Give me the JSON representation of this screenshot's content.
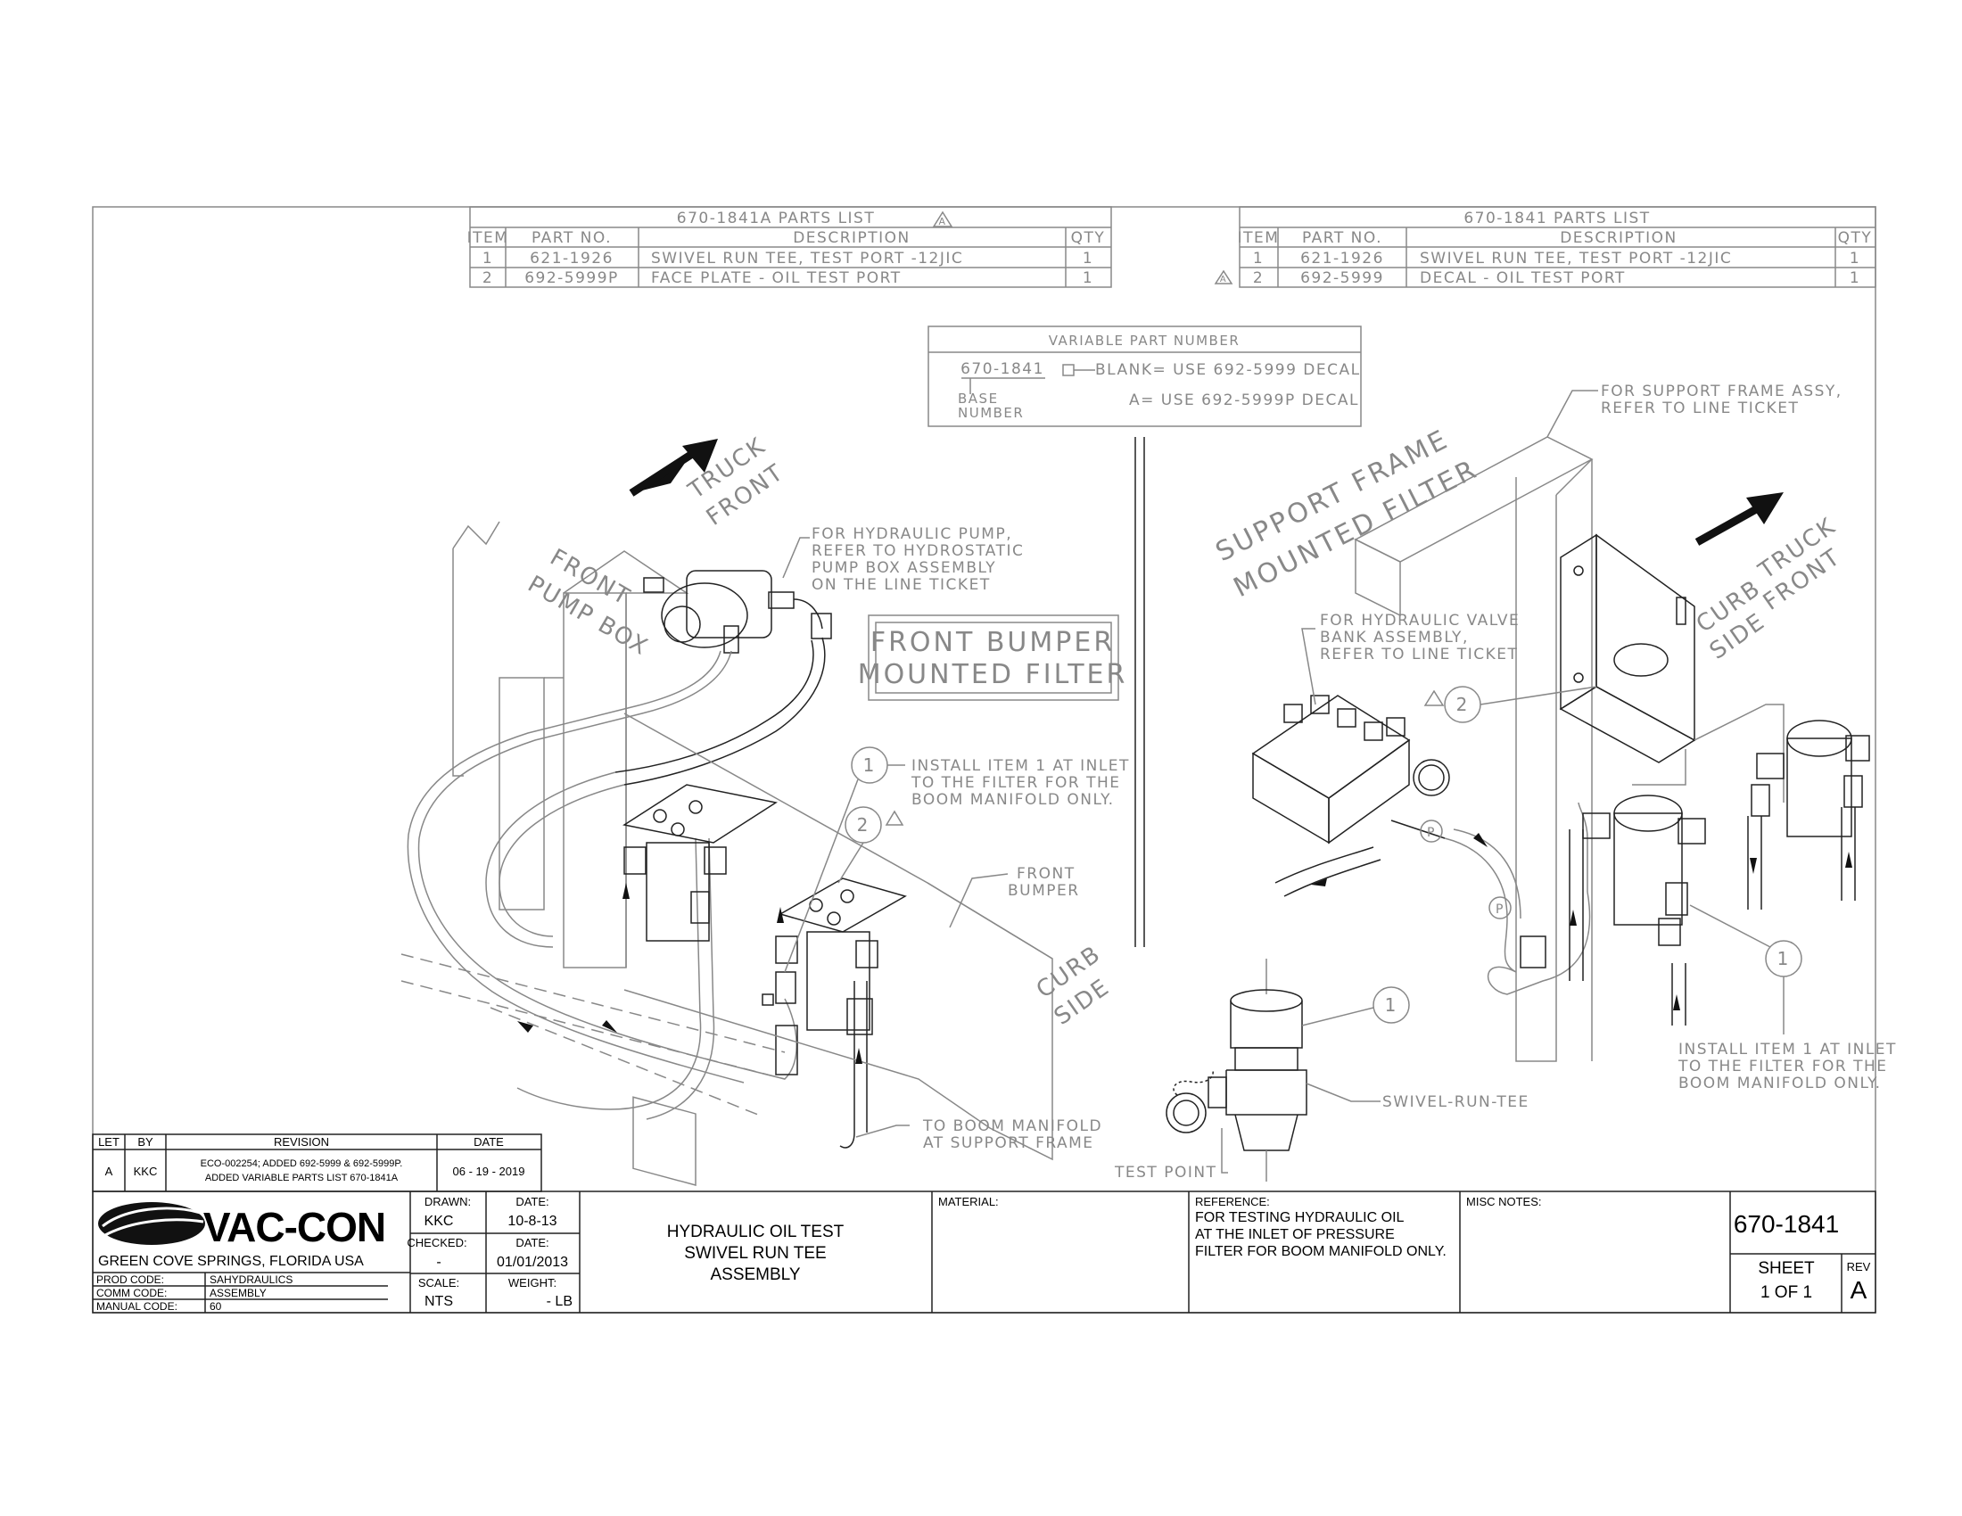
{
  "parts_list_a": {
    "title": "670-1841A PARTS LIST",
    "rev_mark": "A",
    "headers": {
      "item": "ITEM",
      "part_no": "PART NO.",
      "description": "DESCRIPTION",
      "qty": "QTY"
    },
    "rows": [
      {
        "item": "1",
        "part_no": "621-1926",
        "description": "SWIVEL RUN TEE, TEST PORT -12JIC",
        "qty": "1"
      },
      {
        "item": "2",
        "part_no": "692-5999P",
        "description": "FACE PLATE -  OIL TEST PORT",
        "qty": "1"
      }
    ]
  },
  "parts_list_b": {
    "title": "670-1841 PARTS LIST",
    "rev_mark": "A",
    "headers": {
      "item": "ITEM",
      "part_no": "PART NO.",
      "description": "DESCRIPTION",
      "qty": "QTY"
    },
    "rows": [
      {
        "item": "1",
        "part_no": "621-1926",
        "description": "SWIVEL RUN TEE, TEST PORT -12JIC",
        "qty": "1"
      },
      {
        "item": "2",
        "part_no": "692-5999",
        "description": "DECAL -  OIL TEST PORT",
        "qty": "1"
      }
    ]
  },
  "variable_part": {
    "title": "VARIABLE PART NUMBER",
    "base_part": "670-1841",
    "blank_text": "BLANK= USE 692-5999  DECAL",
    "a_text": "A= USE 692-5999P DECAL",
    "base_label_1": "BASE",
    "base_label_2": "NUMBER"
  },
  "left_view": {
    "truck_front_1": "TRUCK",
    "truck_front_2": "FRONT",
    "pump_box_1": "FRONT",
    "pump_box_2": "PUMP BOX",
    "pump_note": [
      "FOR HYDRAULIC PUMP,",
      "REFER TO HYDROSTATIC",
      "PUMP BOX ASSEMBLY",
      "ON THE LINE TICKET"
    ],
    "filter_label_1": "FRONT BUMPER",
    "filter_label_2": "MOUNTED FILTER",
    "install_note": [
      "INSTALL ITEM 1 AT INLET",
      "TO THE FILTER FOR THE",
      "BOOM MANIFOLD ONLY."
    ],
    "balloon_1": "1",
    "balloon_2": "2",
    "bumper_1": "FRONT",
    "bumper_2": "BUMPER",
    "curb_1": "CURB",
    "curb_2": "SIDE",
    "boom_note_1": "TO BOOM MANIFOLD",
    "boom_note_2": "AT SUPPORT FRAME"
  },
  "right_view": {
    "frame_note_1": "FOR SUPPORT FRAME ASSY,",
    "frame_note_2": "REFER TO LINE TICKET",
    "frame_label_1": "SUPPORT FRAME",
    "frame_label_2": "MOUNTED FILTER",
    "truck_front_1": "TRUCK",
    "truck_front_2": "FRONT",
    "curb_1": "CURB",
    "curb_2": "SIDE",
    "valve_note": [
      "FOR HYDRAULIC VALVE",
      "BANK ASSEMBLY,",
      "REFER TO LINE TICKET"
    ],
    "balloon_1": "1",
    "balloon_2": "2",
    "p_mark": "P",
    "install_note": [
      "INSTALL ITEM 1 AT INLET",
      "TO THE FILTER FOR THE",
      "BOOM MANIFOLD ONLY."
    ],
    "swivel_label": "SWIVEL-RUN-TEE",
    "test_point": "TEST POINT"
  },
  "revision_block": {
    "headers": {
      "let": "LET",
      "by": "BY",
      "revision": "REVISION",
      "date": "DATE"
    },
    "row": {
      "let": "A",
      "by": "KKC",
      "revision_1": "ECO-002254; ADDED 692-5999 & 692-5999P.",
      "revision_2": "ADDED VARIABLE PARTS LIST 670-1841A",
      "date": "06 - 19 - 2019"
    }
  },
  "title_block": {
    "company": "VAC-CON",
    "location": "GREEN COVE SPRINGS, FLORIDA USA",
    "prod_code_label": "PROD CODE:",
    "prod_code": "SAHYDRAULICS",
    "comm_code_label": "COMM CODE:",
    "comm_code": "ASSEMBLY",
    "manual_code_label": "MANUAL CODE:",
    "manual_code": "60",
    "drawn_label": "DRAWN:",
    "drawn": "KKC",
    "date_label": "DATE:",
    "drawn_date": "10-8-13",
    "checked_label": "CHECKED:",
    "checked": "-",
    "checked_date": "01/01/2013",
    "scale_label": "SCALE:",
    "scale": "NTS",
    "weight_label": "WEIGHT:",
    "weight": "- LB",
    "title_1": "HYDRAULIC OIL TEST",
    "title_2": "SWIVEL RUN TEE",
    "title_3": "ASSEMBLY",
    "material_label": "MATERIAL:",
    "reference_label": "REFERENCE:",
    "reference_1": "FOR TESTING HYDRAULIC OIL",
    "reference_2": "AT THE INLET OF PRESSURE",
    "reference_3": "FILTER FOR BOOM MANIFOLD ONLY.",
    "misc_label": "MISC NOTES:",
    "drawing_number": "670-1841",
    "sheet_label": "SHEET",
    "sheet": "1 OF 1",
    "rev_label": "REV",
    "rev": "A"
  }
}
